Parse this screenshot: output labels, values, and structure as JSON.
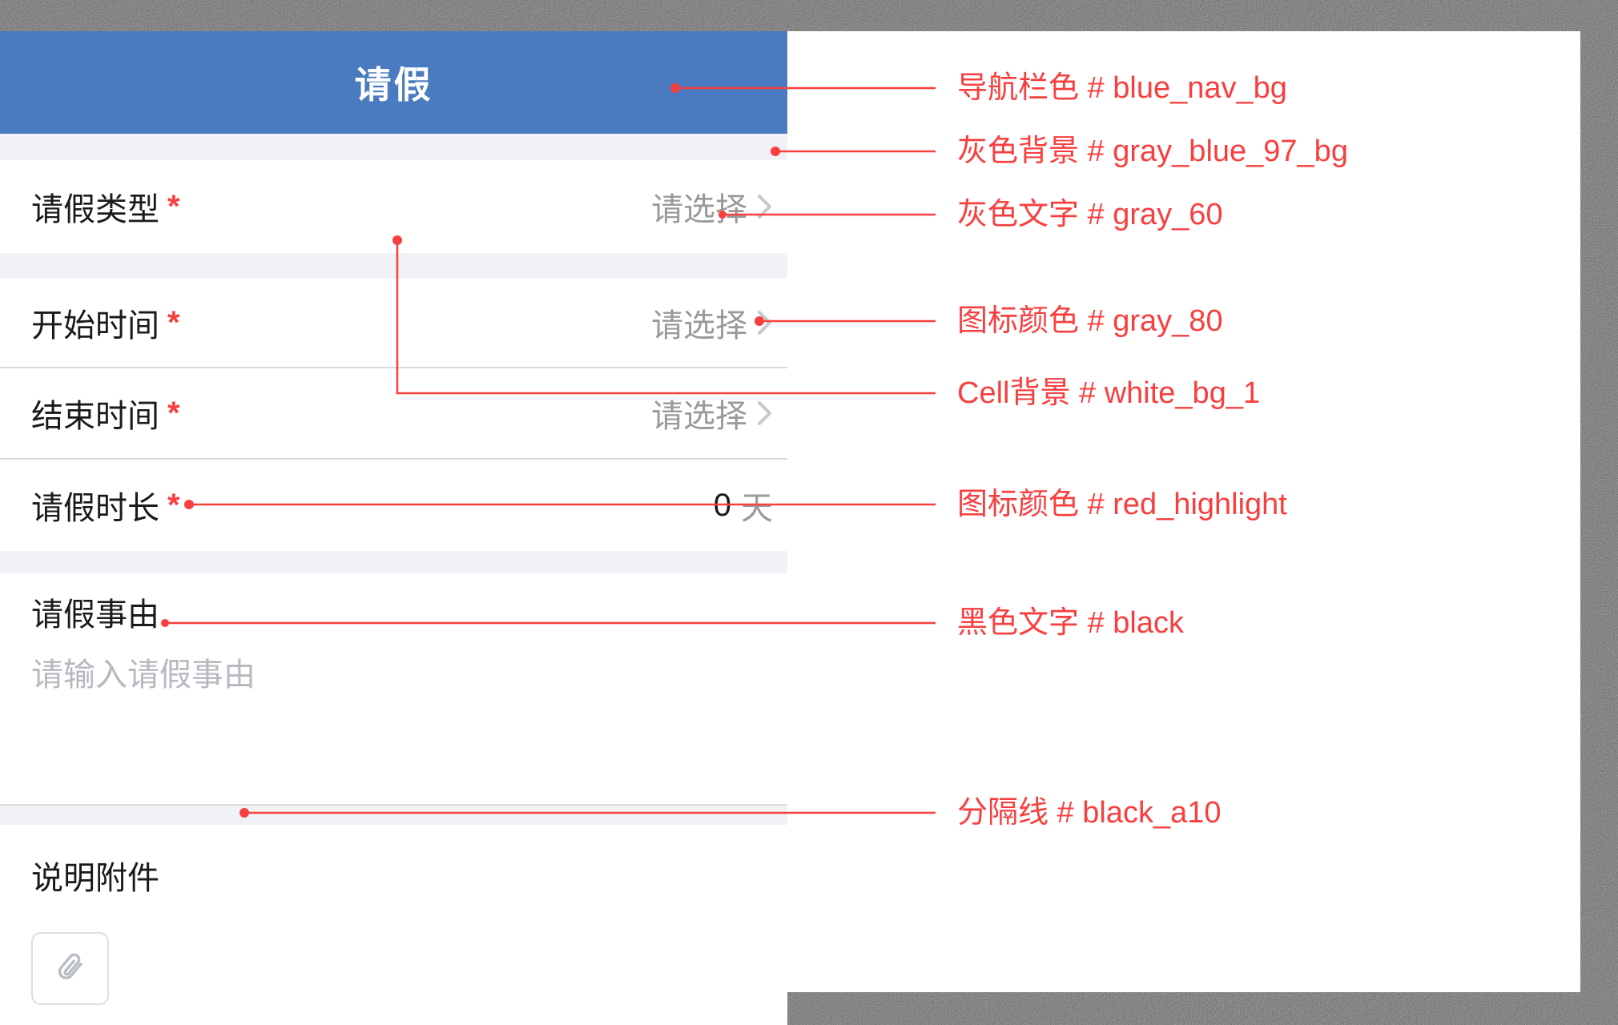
{
  "colors": {
    "blue_nav_bg": "#4a7abf",
    "gray_blue_97_bg": "#f1f2f6",
    "gray_60": "#999999",
    "gray_80": "#c8c8cc",
    "white_bg_1": "#ffffff",
    "red_highlight": "#f83f3f",
    "black": "#1a1a1a",
    "black_a10": "rgba(0,0,0,0.10)"
  },
  "nav": {
    "title": "请假"
  },
  "form": {
    "rows": [
      {
        "label": "请假类型",
        "required_mark": "*",
        "value": "请选择"
      },
      {
        "label": "开始时间",
        "required_mark": "*",
        "value": "请选择"
      },
      {
        "label": "结束时间",
        "required_mark": "*",
        "value": "请选择"
      },
      {
        "label": "请假时长",
        "required_mark": "*",
        "value": "0",
        "unit": "天"
      }
    ],
    "reason": {
      "label": "请假事由",
      "placeholder": "请输入请假事由"
    },
    "attachment": {
      "label": "说明附件"
    }
  },
  "annotations": [
    {
      "text": "导航栏色 # blue_nav_bg"
    },
    {
      "text": "灰色背景 # gray_blue_97_bg"
    },
    {
      "text": "灰色文字 # gray_60"
    },
    {
      "text": "图标颜色  # gray_80"
    },
    {
      "text": "Cell背景 # white_bg_1"
    },
    {
      "text": "图标颜色 # red_highlight"
    },
    {
      "text": "黑色文字  # black"
    },
    {
      "text": "分隔线  # black_a10"
    }
  ]
}
